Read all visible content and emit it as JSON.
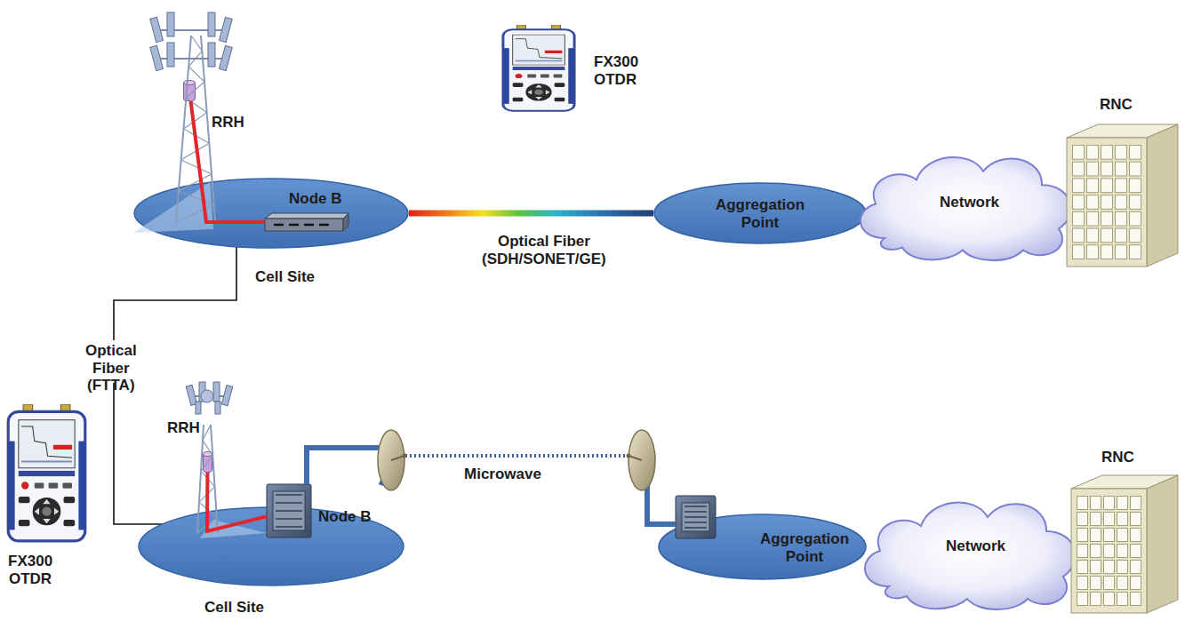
{
  "diagram": {
    "nodes": [
      {
        "text": [
          "RRH"
        ]
      },
      {
        "text": [
          "Cell Site"
        ]
      },
      {
        "text": [
          "Node B"
        ],
        "in": 1
      },
      {
        "text": [
          "Aggregation Point"
        ]
      },
      {
        "text": [
          "Network"
        ]
      },
      {
        "text": [
          "RNC"
        ]
      },
      {
        "text": [
          "RRH"
        ]
      },
      {
        "text": [
          "Cell Site"
        ]
      },
      {
        "text": [
          "Node B"
        ],
        "in": 7
      },
      {
        "text": [
          "Aggregation Point"
        ]
      },
      {
        "text": [
          "Network"
        ]
      },
      {
        "text": [
          "RNC"
        ]
      }
    ],
    "edges": [
      {
        "from": 0,
        "to": 2,
        "arrow": "none"
      },
      {
        "from": 1,
        "to": 3,
        "label": "Optical Fiber (SDH/SONET/GE)",
        "arrow": "none"
      },
      {
        "from": 6,
        "to": 8,
        "arrow": "none"
      }
    ],
    "labels": [
      "FX300 OTDR",
      "Optical Fiber (FTTA)",
      "FX300 OTDR",
      "Microwave"
    ]
  }
}
